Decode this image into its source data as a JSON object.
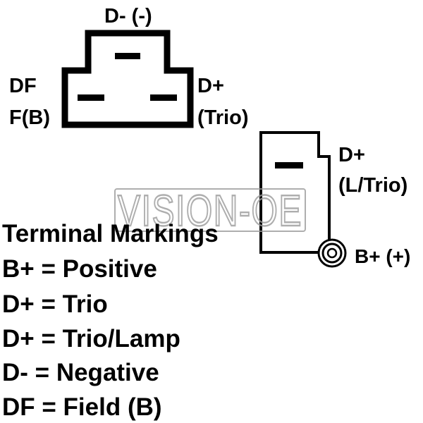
{
  "colors": {
    "ink": "#000000",
    "watermark": "#9a9a9a",
    "background": "#ffffff"
  },
  "watermark": {
    "text": "VISION-OE"
  },
  "connector_top": {
    "label_top": "D- (-)",
    "label_left_1": "DF",
    "label_left_2": "F(B)",
    "label_right_1": "D+",
    "label_right_2": "(Trio)"
  },
  "connector_right": {
    "label_d_plus_1": "D+",
    "label_d_plus_2": "(L/Trio)",
    "label_b_plus": "B+ (+)",
    "stud_icon": "terminal-stud-icon"
  },
  "legend": {
    "title": "Terminal Markings",
    "items": [
      "B+ = Positive",
      "D+ = Trio",
      "D+ = Trio/Lamp",
      "D- = Negative",
      "DF = Field (B)"
    ]
  }
}
